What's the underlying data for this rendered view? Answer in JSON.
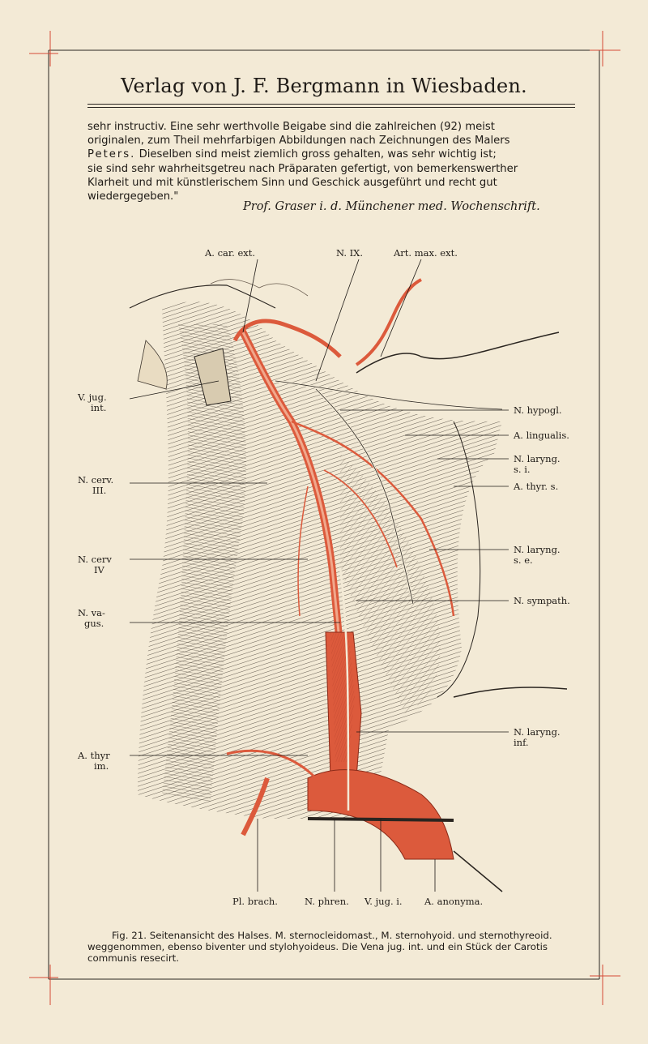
{
  "header": {
    "title": "Verlag von J. F. Bergmann in Wiesbaden."
  },
  "review": {
    "line1": "sehr instructiv. Eine sehr werthvolle Beigabe sind die zahlreichen (92) meist",
    "line2": "originalen, zum Theil mehrfarbigen Abbildungen nach Zeichnungen des Malers",
    "line3_name": "Peters.",
    "line3_rest": " Dieselben sind meist ziemlich gross gehalten, was sehr wichtig ist;",
    "line4": "sie sind sehr wahrheitsgetreu nach Präparaten gefertigt, von bemerkenswerther",
    "line5": "Klarheit und mit künstlerischem Sinn und Geschick ausgeführt und recht gut",
    "line6": "wiedergegeben.\"",
    "attribution": "Prof. Graser i. d. Münchener med. Wochenschrift."
  },
  "figure": {
    "top_labels": [
      "A. car. ext.",
      "N. IX.",
      "Art. max. ext."
    ],
    "left_labels": [
      {
        "line1": "V. jug.",
        "line2": "int."
      },
      {
        "line1": "N. cerv.",
        "line2": "III."
      },
      {
        "line1": "N. cerv",
        "line2": "IV"
      },
      {
        "line1": "N. va-",
        "line2": "gus."
      },
      {
        "line1": "A. thyr",
        "line2": "im."
      }
    ],
    "right_labels": [
      {
        "line1": "N. hypogl.",
        "line2": ""
      },
      {
        "line1": "A. lingualis.",
        "line2": ""
      },
      {
        "line1": "N. laryng.",
        "line2": "s. i."
      },
      {
        "line1": "A. thyr. s.",
        "line2": ""
      },
      {
        "line1": "N. laryng.",
        "line2": "s. e."
      },
      {
        "line1": "N. sympath.",
        "line2": ""
      },
      {
        "line1": "N. laryng.",
        "line2": "inf."
      }
    ],
    "bottom_labels": [
      "Pl. brach.",
      "N. phren.",
      "V. jug. i.",
      "A. anonyma."
    ]
  },
  "caption": {
    "line1": "Fig. 21. Seitenansicht des Halses. M. sternocleidomast., M. sternohyoid. und sternothyreoid.",
    "line2": "weggenommen, ebenso biventer und stylohyoideus. Die Vena jug. int. und ein Stück der Carotis",
    "line3": "communis resecirt."
  },
  "colors": {
    "paper": "#f3ead6",
    "ink": "#1e1a16",
    "vessel": "#dc5a3c",
    "vessel_light": "#ec9a7c"
  }
}
